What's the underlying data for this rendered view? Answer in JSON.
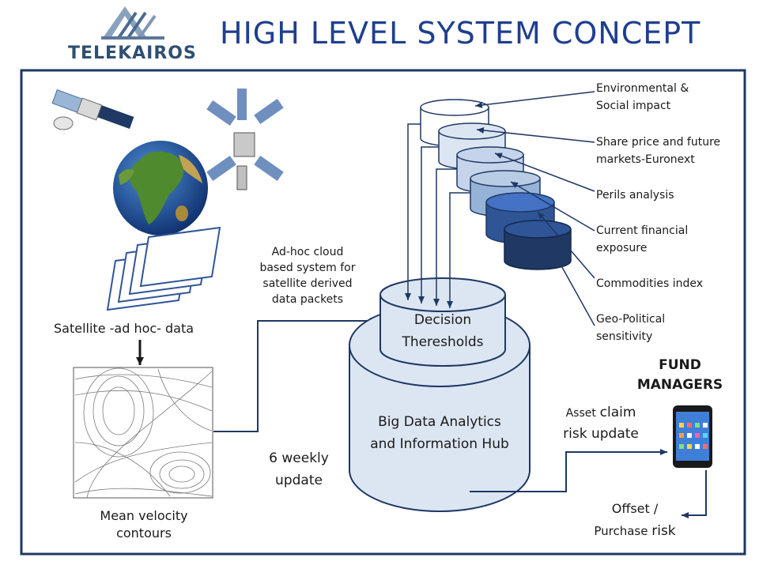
{
  "logo": {
    "text": "TELEKAIROS"
  },
  "title": "HIGH  LEVEL  SYSTEM  CONCEPT",
  "left": {
    "satellite_data_label": "Satellite  -ad hoc- data",
    "contours_label_line1": "Mean velocity",
    "contours_label_line2": "contours"
  },
  "middle": {
    "cloud_line1": "Ad-hoc cloud",
    "cloud_line2": "based system for",
    "cloud_line3": "satellite derived",
    "cloud_line4": "data packets",
    "weekly_line1": "6 weekly",
    "weekly_line2": "update"
  },
  "hub": {
    "decision_line1": "Decision",
    "decision_line2": "Theresholds",
    "big_line1": "Big Data Analytics",
    "big_line2": "and Information Hub"
  },
  "sources": [
    {
      "line1": "Environmental &",
      "line2": "Social impact"
    },
    {
      "line1": "Share price and future",
      "line2": "markets-Euronext"
    },
    {
      "line1": "Perils analysis",
      "line2": ""
    },
    {
      "line1": "Current financial",
      "line2": "exposure"
    },
    {
      "line1": "Commodities index",
      "line2": ""
    },
    {
      "line1": "Geo-Political",
      "line2": "sensitivity"
    }
  ],
  "fund": {
    "heading_line1": "FUND",
    "heading_line2": "MANAGERS",
    "asset_line1_a": "Asset",
    "asset_line1_b": "claim",
    "asset_line2": "risk update",
    "offset_line1": "Offset /",
    "offset_line2_a": "Purchase",
    "offset_line2_b": "risk"
  },
  "colors": {
    "frame": "#1f3864",
    "arrow": "#1f3864",
    "cyl_light": "#dce6f2",
    "cyl_mid": "#b8cce4",
    "cyl_blue": "#8eaadb",
    "cyl_dark": "#2f5597",
    "cyl_darker": "#1f3864",
    "title": "#1f3f8f"
  }
}
